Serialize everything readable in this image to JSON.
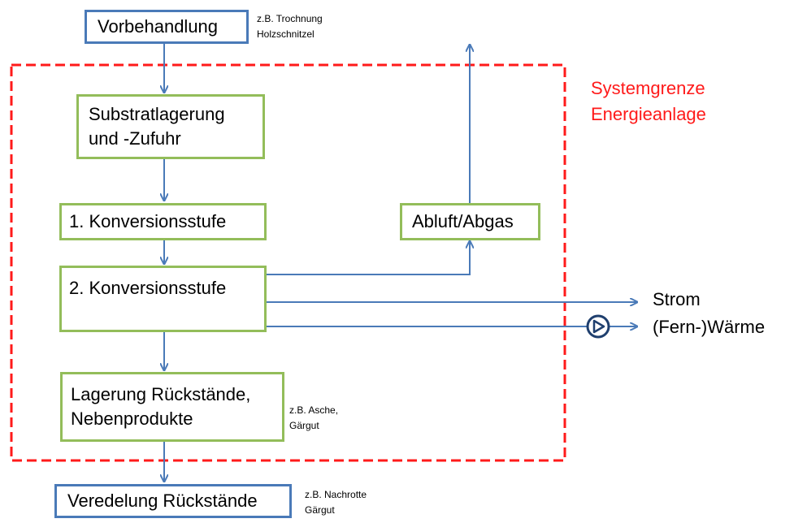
{
  "boxes": {
    "vorbehandlung": "Vorbehandlung",
    "substratlagerung": "Substratlagerung\nund -Zufuhr",
    "konversion1": "1. Konversionsstufe",
    "konversion2": "2. Konversionsstufe",
    "abluft": "Abluft/Abgas",
    "lagerung": "Lagerung Rückstände,\nNebenprodukte",
    "veredelung": "Veredelung Rückstände"
  },
  "notes": {
    "vorbehandlung": "z.B. Trochnung\nHolzschnitzel",
    "lagerung": "z.B. Asche,\nGärgut",
    "veredelung": "z.B. Nachrotte\nGärgut"
  },
  "system_boundary": {
    "line1": "Systemgrenze",
    "line2": "Energieanlage",
    "color": "#ff1a1a"
  },
  "outputs": {
    "strom": "Strom",
    "waerme": "(Fern-)Wärme"
  },
  "colors": {
    "process_box": "#93bd5a",
    "external_box": "#4a7ab8",
    "arrows": "#4a7ab8"
  }
}
